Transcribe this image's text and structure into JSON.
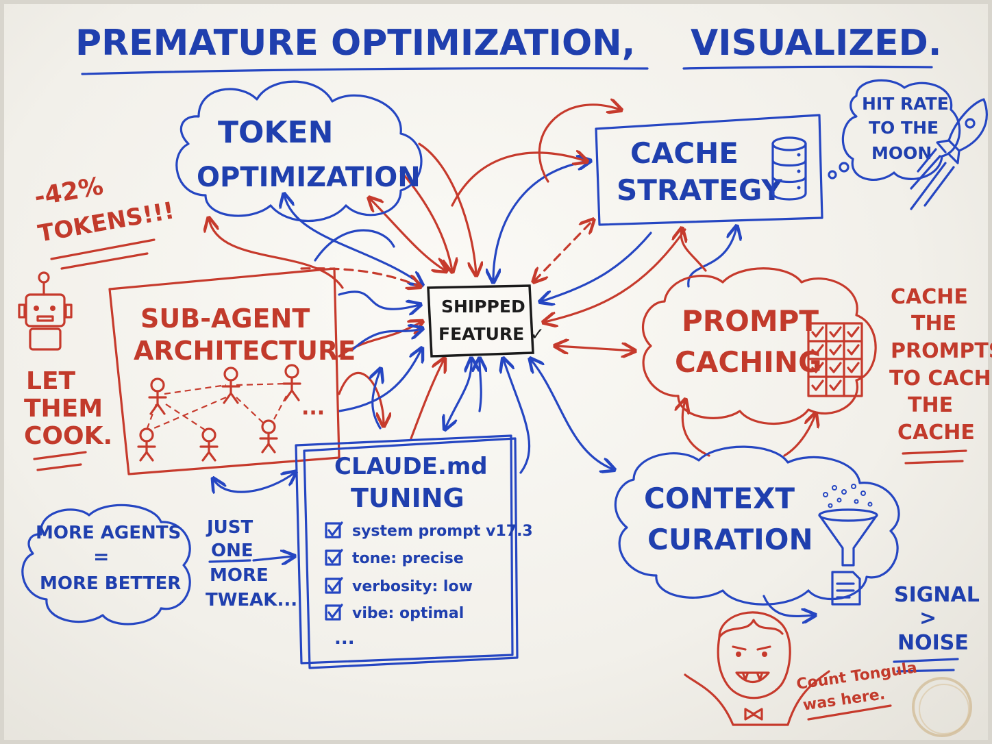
{
  "title_part1": "PREMATURE OPTIMIZATION,",
  "title_part2": "VISUALIZED.",
  "center": {
    "line1": "SHIPPED",
    "line2": "FEATURE ✓"
  },
  "token": {
    "line1": "TOKEN",
    "line2": "OPTIMIZATION"
  },
  "cache": {
    "line1": "CACHE",
    "line2": "STRATEGY"
  },
  "subagent": {
    "line1": "SUB-AGENT",
    "line2": "ARCHITECTURE",
    "ellipsis": "..."
  },
  "prompt": {
    "line1": "PROMPT",
    "line2": "CACHING"
  },
  "claude": {
    "line1": "CLAUDE.md",
    "line2": "TUNING",
    "items": [
      "system prompt v17.3",
      "tone: precise",
      "verbosity: low",
      "vibe: optimal"
    ],
    "ellipsis": "..."
  },
  "context": {
    "line1": "CONTEXT",
    "line2": "CURATION"
  },
  "tokens_note": {
    "line1": "-42%",
    "line2": "TOKENS!!!"
  },
  "cook": {
    "line1": "LET",
    "line2": "THEM",
    "line3": "COOK."
  },
  "moon": {
    "line1": "HIT RATE",
    "line2": "TO THE",
    "line3": "MOON"
  },
  "cache_note": {
    "lines": [
      "CACHE",
      "THE",
      "PROMPTS",
      "TO CACHE",
      "THE",
      "CACHE"
    ]
  },
  "agents": {
    "line1": "MORE AGENTS",
    "line2": "=",
    "line3": "MORE BETTER"
  },
  "tweak": {
    "line1": "JUST",
    "line2": "ONE",
    "line3": "MORE",
    "line4": "TWEAK..."
  },
  "signal": {
    "line1": "SIGNAL",
    "line2": ">",
    "line3": "NOISE"
  },
  "signature": {
    "line1": "Count Tongula",
    "line2": "was here."
  },
  "colors": {
    "blue": "#2546c2",
    "red": "#c63a2c",
    "ink": "#1a1a1a"
  }
}
